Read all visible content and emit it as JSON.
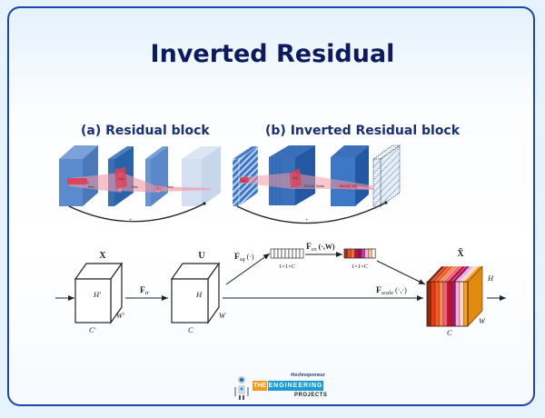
{
  "title": "Inverted Residual",
  "panels": {
    "a": {
      "label": "(a) Residual block",
      "ops": [
        "1",
        "3x3",
        "1"
      ],
      "activations": [
        "Relu",
        "Relu",
        "Relu"
      ],
      "skip_symbol": "+"
    },
    "b": {
      "label": "(b) Inverted Residual block",
      "ops": [
        "1x1",
        "3x3"
      ],
      "activations": [
        "ReLU6, Dwise",
        "ReLU6, 1x1"
      ],
      "skip_symbol": "+"
    }
  },
  "se_block": {
    "input_tensor": {
      "name": "X",
      "height": "H′",
      "width": "W′",
      "channels": "C′"
    },
    "transform": "F",
    "transform_sub": "tr",
    "mid_tensor": {
      "name": "U",
      "height": "H",
      "width": "W",
      "channels": "C"
    },
    "squeeze": {
      "op": "F",
      "sub": "sq",
      "args": " (·)",
      "shape": "1×1×C"
    },
    "excite": {
      "op": "F",
      "sub": "ex",
      "args": " (·,W)",
      "shape": "1×1×C"
    },
    "scale": {
      "op": "F",
      "sub": "scale",
      "args": " (·,·)"
    },
    "output_tensor": {
      "name": "X̃",
      "height": "H",
      "width": "W",
      "channels": "C"
    },
    "excite_colors": [
      "#b22a1a",
      "#e8501e",
      "#f07040",
      "#c8102e",
      "#8a1060",
      "#e030a0",
      "#f6b8d8",
      "#f4c090",
      "#ffffff"
    ],
    "output_colors": [
      "#8a2a10",
      "#e63c14",
      "#f25a1e",
      "#f48a5a",
      "#f06080",
      "#c8102e",
      "#9a1a70",
      "#f4b0e0",
      "#fbd8c8",
      "#f4a020"
    ]
  },
  "logo": {
    "tagline": "#technopreneur",
    "word1": "THE",
    "word2": "ENGINEERING",
    "word3": "PROJECTS"
  }
}
